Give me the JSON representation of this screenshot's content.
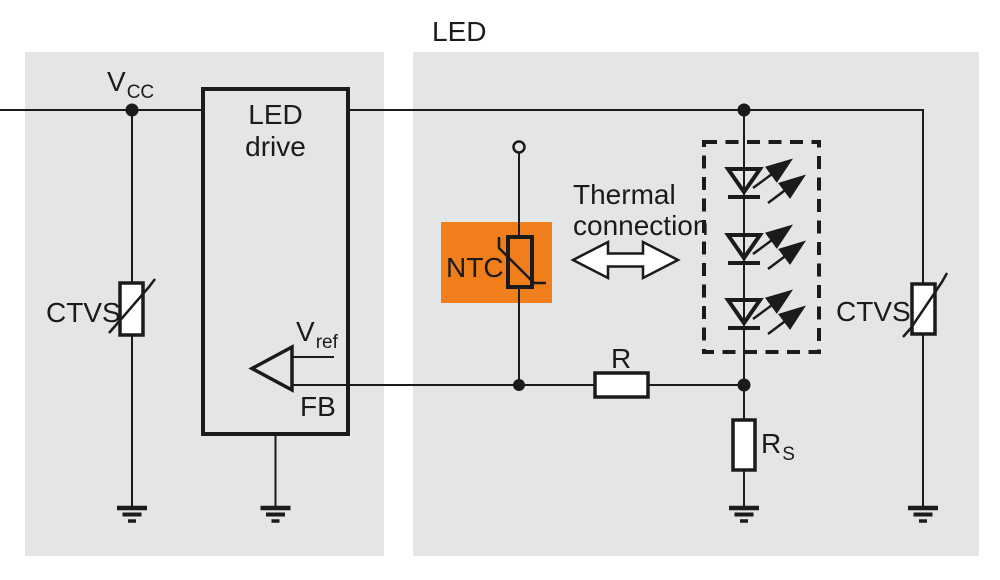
{
  "diagram": {
    "title": "LED",
    "colors": {
      "panel": "#e4e5e6",
      "ntc_highlight": "#f07e1a",
      "line": "#1b1b1b"
    },
    "left_panel": {
      "vcc_label": {
        "main": "V",
        "sub": "CC"
      },
      "ctvs_label": "CTVS",
      "led_drive": {
        "line1": "LED",
        "line2": "drive"
      },
      "vref_label": {
        "main": "V",
        "sub": "ref"
      },
      "fb_label": "FB"
    },
    "right_panel": {
      "ntc_label": "NTC",
      "thermal_label": {
        "line1": "Thermal",
        "line2": "connection"
      },
      "r_label": "R",
      "rs_label": {
        "main": "R",
        "sub": "S"
      },
      "ctvs_label": "CTVS"
    }
  }
}
